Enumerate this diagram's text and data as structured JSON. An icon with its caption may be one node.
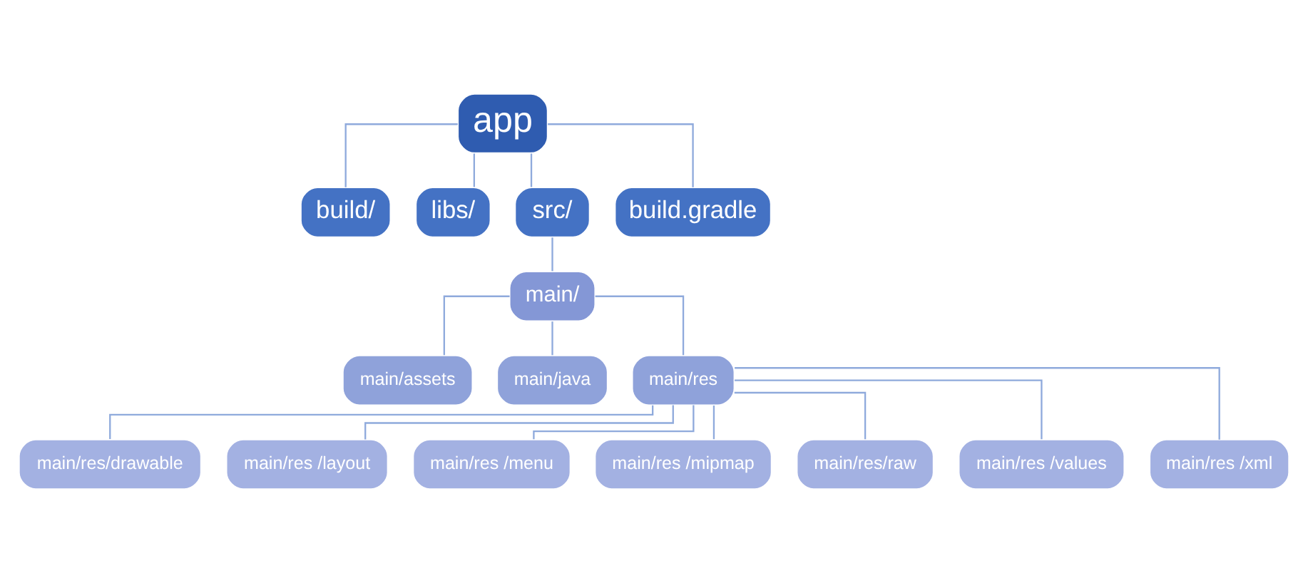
{
  "diagram": {
    "nodes": [
      {
        "text": [
          "app"
        ]
      },
      {
        "text": [
          "build/"
        ]
      },
      {
        "text": [
          "libs/"
        ]
      },
      {
        "text": [
          "src/"
        ]
      },
      {
        "text": [
          "build.gradle"
        ]
      },
      {
        "text": [
          "main/"
        ]
      },
      {
        "text": [
          "main/assets"
        ]
      },
      {
        "text": [
          "main/java"
        ]
      },
      {
        "text": [
          "main/res"
        ]
      },
      {
        "text": [
          "main/res/drawable"
        ]
      },
      {
        "text": [
          "main/res /layout"
        ]
      },
      {
        "text": [
          "main/res /menu"
        ]
      },
      {
        "text": [
          "main/res /mipmap"
        ]
      },
      {
        "text": [
          "main/res/raw"
        ]
      },
      {
        "text": [
          "main/res /values"
        ]
      },
      {
        "text": [
          "main/res /xml"
        ]
      }
    ],
    "edges": [
      {
        "from": 0,
        "to": 1,
        "arrow": "none"
      },
      {
        "from": 0,
        "to": 2,
        "arrow": "none"
      },
      {
        "from": 0,
        "to": 3,
        "arrow": "none"
      },
      {
        "from": 0,
        "to": 4,
        "arrow": "none"
      },
      {
        "from": 3,
        "to": 5,
        "arrow": "none"
      },
      {
        "from": 5,
        "to": 6,
        "arrow": "none"
      },
      {
        "from": 5,
        "to": 7,
        "arrow": "none"
      },
      {
        "from": 5,
        "to": 8,
        "arrow": "none"
      },
      {
        "from": 8,
        "to": 9,
        "arrow": "none"
      },
      {
        "from": 8,
        "to": 10,
        "arrow": "none"
      },
      {
        "from": 8,
        "to": 11,
        "arrow": "none"
      },
      {
        "from": 8,
        "to": 12,
        "arrow": "none"
      },
      {
        "from": 8,
        "to": 13,
        "arrow": "none"
      },
      {
        "from": 8,
        "to": 14,
        "arrow": "none"
      },
      {
        "from": 8,
        "to": 15,
        "arrow": "none"
      }
    ]
  }
}
